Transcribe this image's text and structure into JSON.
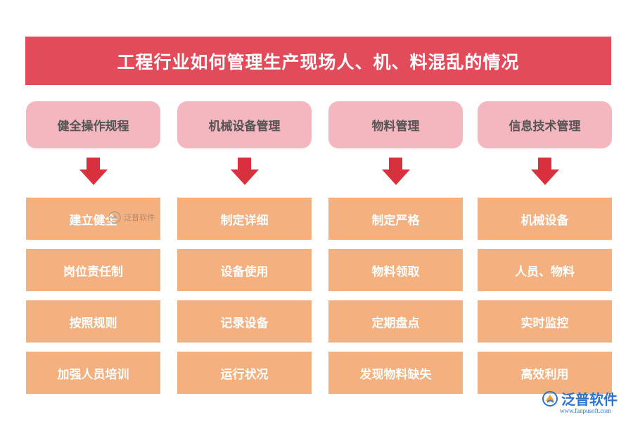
{
  "title": "工程行业如何管理生产现场人、机、料混乱的情况",
  "columns": [
    {
      "header": "健全操作规程",
      "items": [
        "建立健全",
        "岗位责任制",
        "按照规则",
        "加强人员培训"
      ]
    },
    {
      "header": "机械设备管理",
      "items": [
        "制定详细",
        "设备使用",
        "记录设备",
        "运行状况"
      ]
    },
    {
      "header": "物料管理",
      "items": [
        "制定严格",
        "物料领取",
        "定期盘点",
        "发现物料缺失"
      ]
    },
    {
      "header": "信息技术管理",
      "items": [
        "机械设备",
        "人员、物料",
        "实时监控",
        "高效利用"
      ]
    }
  ],
  "watermark": {
    "center_text": "泛普软件",
    "logo_text": "泛普软件",
    "url": "www.fanpusoft.com"
  },
  "colors": {
    "title_bg": "#e24b5a",
    "header_bg": "#f4b6bf",
    "item_bg": "#f4b07f",
    "arrow": "#d8303d",
    "logo": "#2b74c8"
  }
}
